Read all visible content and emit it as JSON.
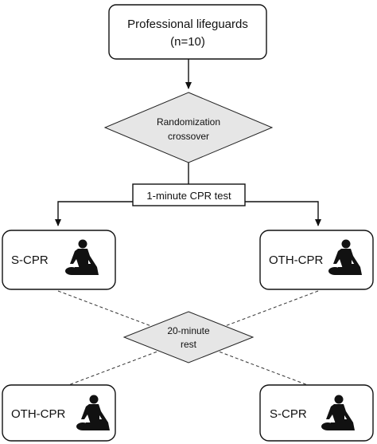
{
  "start": {
    "line1": "Professional lifeguards",
    "line2": "(n=10)"
  },
  "randomization": {
    "line1": "Randomization",
    "line2": "crossover"
  },
  "test_label": "1-minute CPR test",
  "phase1": {
    "left_label": "S-CPR",
    "right_label": "OTH-CPR"
  },
  "rest": {
    "line1": "20-minute",
    "line2": "rest"
  },
  "phase2": {
    "left_label": "OTH-CPR",
    "right_label": "S-CPR"
  },
  "icons": {
    "cpr": "cpr-person-icon"
  }
}
